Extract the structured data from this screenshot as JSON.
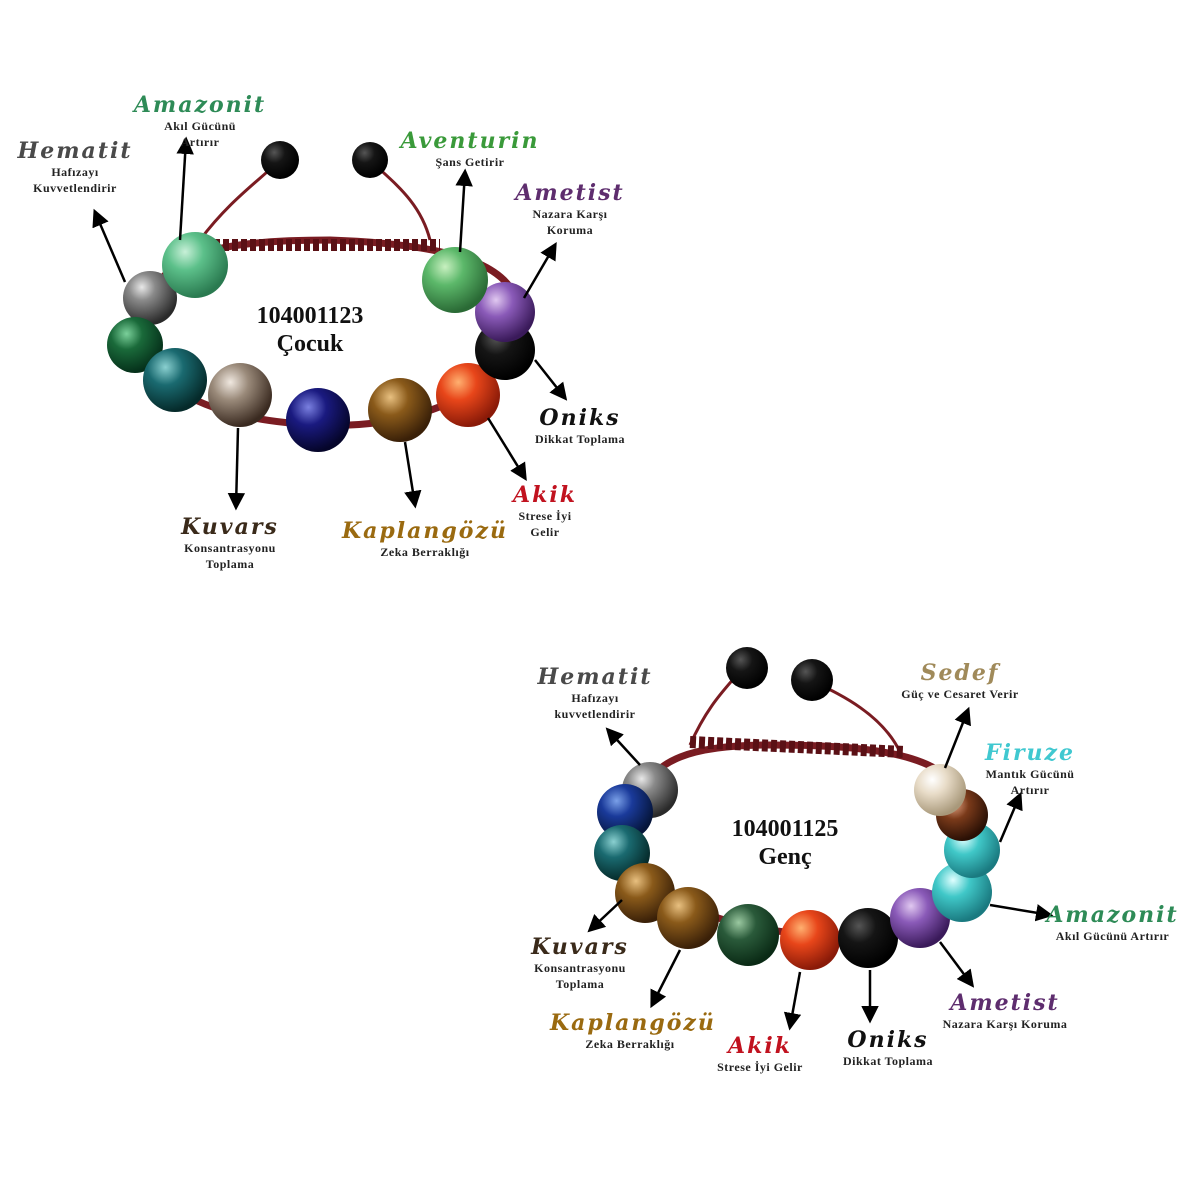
{
  "colors": {
    "hematit": "#4a4a4a",
    "amazonit": "#2e8b57",
    "aventurin": "#3a9a3a",
    "ametist": "#5e2d6e",
    "oniks": "#111111",
    "akik": "#c1121f",
    "kaplangozu": "#9a6a10",
    "kuvars": "#3a2a1a",
    "sedef": "#a08a5a",
    "firuze": "#40c8d0",
    "cord": "#7a1c22"
  },
  "bracelet1": {
    "code": "104001123",
    "title": "Çocuk",
    "labels": {
      "hematit": {
        "name": "Hematit",
        "desc1": "Hafızayı",
        "desc2": "Kuvvetlendirir"
      },
      "amazonit": {
        "name": "Amazonit",
        "desc1": "Akıl Gücünü",
        "desc2": "Artırır"
      },
      "aventurin": {
        "name": "Aventurin",
        "desc1": "Şans Getirir",
        "desc2": ""
      },
      "ametist": {
        "name": "Ametist",
        "desc1": "Nazara Karşı",
        "desc2": "Koruma"
      },
      "oniks": {
        "name": "Oniks",
        "desc1": "Dikkat Toplama",
        "desc2": ""
      },
      "akik": {
        "name": "Akik",
        "desc1": "Strese İyi",
        "desc2": "Gelir"
      },
      "kaplangozu": {
        "name": "Kaplangözü",
        "desc1": "Zeka Berraklığı",
        "desc2": ""
      },
      "kuvars": {
        "name": "Kuvars",
        "desc1": "Konsantrasyonu",
        "desc2": "Toplama"
      }
    }
  },
  "bracelet2": {
    "code": "104001125",
    "title": "Genç",
    "labels": {
      "hematit": {
        "name": "Hematit",
        "desc1": "Hafızayı",
        "desc2": "kuvvetlendirir"
      },
      "sedef": {
        "name": "Sedef",
        "desc1": "Güç ve Cesaret Verir",
        "desc2": ""
      },
      "firuze": {
        "name": "Firuze",
        "desc1": "Mantık Gücünü",
        "desc2": "Artırır"
      },
      "amazonit": {
        "name": "Amazonit",
        "desc1": "Akıl Gücünü Artırır",
        "desc2": ""
      },
      "ametist": {
        "name": "Ametist",
        "desc1": "Nazara Karşı Koruma",
        "desc2": ""
      },
      "oniks": {
        "name": "Oniks",
        "desc1": "Dikkat Toplama",
        "desc2": ""
      },
      "akik": {
        "name": "Akik",
        "desc1": "Strese İyi Gelir",
        "desc2": ""
      },
      "kaplangozu": {
        "name": "Kaplangözü",
        "desc1": "Zeka Berraklığı",
        "desc2": ""
      },
      "kuvars": {
        "name": "Kuvars",
        "desc1": "Konsantrasyonu",
        "desc2": "Toplama"
      }
    }
  }
}
